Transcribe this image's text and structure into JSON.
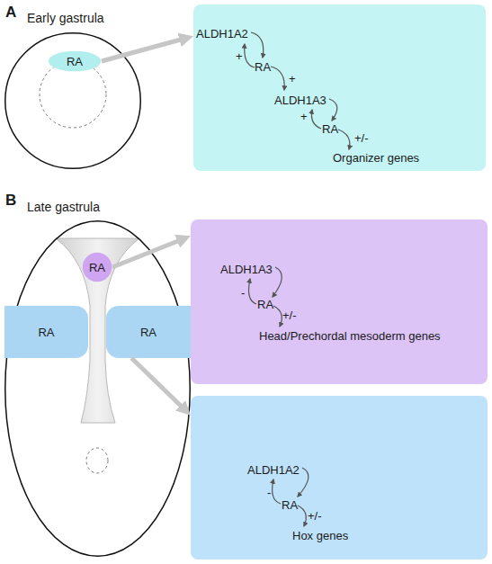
{
  "diagram": {
    "nodes": [
      {
        "text": [
          "Early gastrula"
        ]
      },
      {
        "text": [
          "RA"
        ],
        "in": 0
      },
      {
        "text": [
          "ALDH1A2",
          "+",
          "RA",
          "+",
          "ALDH1A3",
          "+",
          "RA",
          "+/-",
          "Organizer genes"
        ]
      },
      {
        "text": [
          "Late gastrula"
        ]
      },
      {
        "text": [
          "RA"
        ],
        "in": 3
      },
      {
        "text": [
          "RA"
        ],
        "in": 3
      },
      {
        "text": [
          "RA"
        ],
        "in": 3
      },
      {
        "text": [
          "ALDH1A3",
          "-",
          "RA",
          "+/-",
          "Head/Prechordal mesoderm genes"
        ]
      },
      {
        "text": [
          "ALDH1A2",
          "-",
          "RA",
          "+/-",
          "Hox genes"
        ]
      }
    ],
    "edges": [
      {
        "from": 1,
        "to": 2,
        "arrow": "to"
      },
      {
        "from": 4,
        "to": 7,
        "arrow": "to"
      },
      {
        "from": 6,
        "to": 8,
        "arrow": "to"
      }
    ],
    "labels": [
      "A",
      "B"
    ]
  }
}
